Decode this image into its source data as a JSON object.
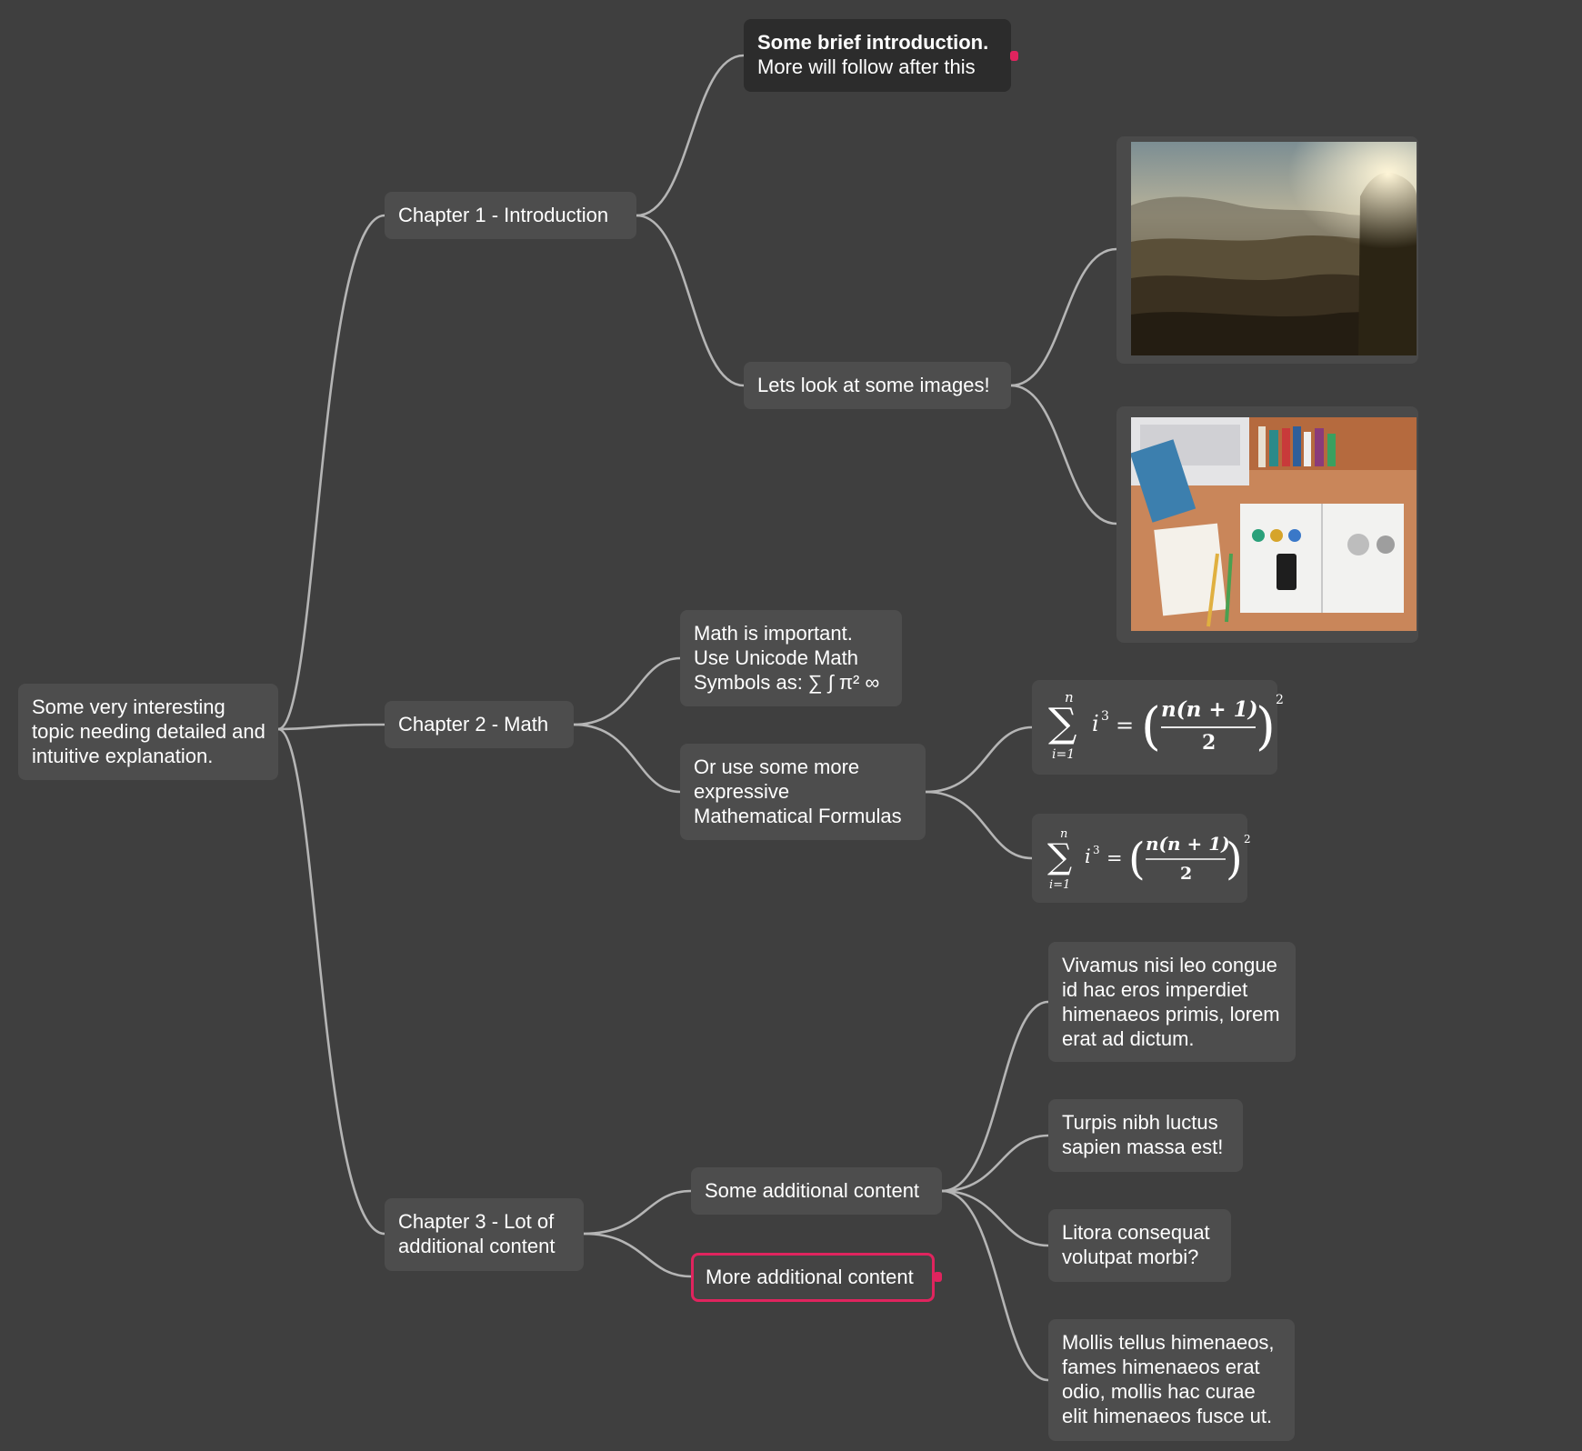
{
  "root": {
    "lines": [
      "Some very interesting",
      "topic needing detailed and",
      "intuitive explanation."
    ]
  },
  "chapter1": {
    "label": "Chapter 1 - Introduction",
    "intro": {
      "title": "Some brief introduction.",
      "text": "More will follow after this"
    },
    "images_label": "Lets look at some images!"
  },
  "chapter2": {
    "label": "Chapter 2 - Math",
    "unicode_note": {
      "lines": [
        "Math is important.",
        "Use Unicode Math",
        "Symbols as: ∑ ∫ π² ∞"
      ]
    },
    "formulas_note": {
      "lines": [
        "Or use some more",
        "expressive",
        "Mathematical Formulas"
      ]
    }
  },
  "chapter3": {
    "lines": [
      "Chapter 3 - Lot of",
      "additional content"
    ],
    "some_additional": "Some additional content",
    "more_additional": "More additional content",
    "leaves": [
      {
        "lines": [
          "Vivamus nisi leo congue",
          "id hac eros imperdiet",
          "himenaeos primis, lorem",
          "erat ad dictum."
        ]
      },
      {
        "lines": [
          "Turpis nibh luctus",
          "sapien massa est!"
        ]
      },
      {
        "lines": [
          "Litora consequat",
          "volutpat morbi?"
        ]
      },
      {
        "lines": [
          "Mollis tellus himenaeos,",
          "fames himenaeos erat",
          "odio, mollis hac curae",
          "elit himenaeos fusce ut."
        ]
      }
    ]
  },
  "formula": {
    "sum": "∑",
    "upper": "n",
    "lower": "i=1",
    "term": "i",
    "term_exp": "3",
    "equals": "=",
    "open": "(",
    "numerator": "n(n + 1)",
    "denominator": "2",
    "close": ")",
    "outer_exp": "2"
  },
  "images": [
    {
      "alt": "landscape-photo"
    },
    {
      "alt": "desk-photo"
    }
  ],
  "colors": {
    "background": "#3f3f3f",
    "node": "#4d4d4d",
    "edge": "#b5b5b5",
    "accent": "#e0245e"
  }
}
